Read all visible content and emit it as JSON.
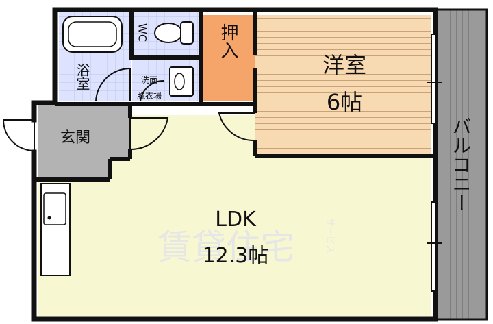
{
  "colors": {
    "wall": "#111111",
    "ldk_floor": "#f7f7d2",
    "western_floor": "#f7d9b2",
    "western_lines": "#c9a27a",
    "closet_floor": "#f5a46a",
    "bath_floor": "#dde3ff",
    "bath_tile": "#bcc6ee",
    "entrance_floor": "#b3b3b3",
    "balcony_floor": "#9a9a9a",
    "balcony_lines": "#7f7f7f",
    "watermark": "#e6e6e6"
  },
  "labels": {
    "ldk_name": "LDK",
    "ldk_size": "12.3帖",
    "western_name": "洋室",
    "western_size": "6帖",
    "closet": "押入",
    "bath": "浴室",
    "wc": "WC",
    "washroom_line1": "洗面",
    "washroom_line2": "脱衣場",
    "entrance": "玄関",
    "balcony": "バルコニー",
    "watermark_main": "賃貸住宅",
    "watermark_sub": "サービス"
  }
}
